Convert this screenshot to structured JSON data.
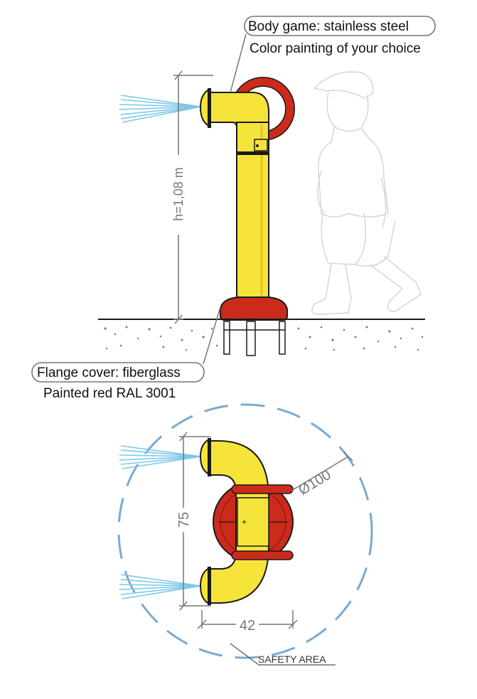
{
  "callouts": {
    "body_title": "Body game: stainless steel",
    "body_sub": "Color painting of your choice",
    "flange_title": "Flange cover: fiberglass",
    "flange_sub": "Painted red RAL 3001"
  },
  "dimensions": {
    "height": "h=1,08 m",
    "length": "75",
    "width": "42",
    "diameter": "Ø100",
    "safety_area": "SAFETY AREA"
  },
  "colors": {
    "body": "#f7e43a",
    "flange": "#cc2a1b",
    "water": "#7cc8e8",
    "safety": "#79aad1",
    "dim_line": "#777777"
  }
}
